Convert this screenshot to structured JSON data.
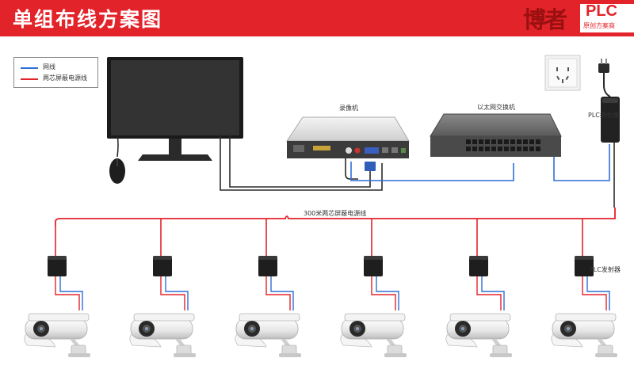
{
  "header": {
    "title": "单组布线方案图",
    "logo_cn": "博者",
    "logo_plc": "PLC",
    "logo_sub": "原创方案商"
  },
  "legend": {
    "items": [
      {
        "label": "网线",
        "color": "#2f6fd6"
      },
      {
        "label": "两芯屏蔽电源线",
        "color": "#e3232a"
      }
    ]
  },
  "labels": {
    "recorder": "录像机",
    "switch": "以太网交换机",
    "plc_receiver": "PLC接收器",
    "trunk_cable": "300米两芯屏蔽电源线",
    "plc_transmitter": "PLC发射器"
  },
  "colors": {
    "brand_red": "#e3232a",
    "network_blue": "#2f6fd6",
    "power_red": "#e3232a"
  }
}
